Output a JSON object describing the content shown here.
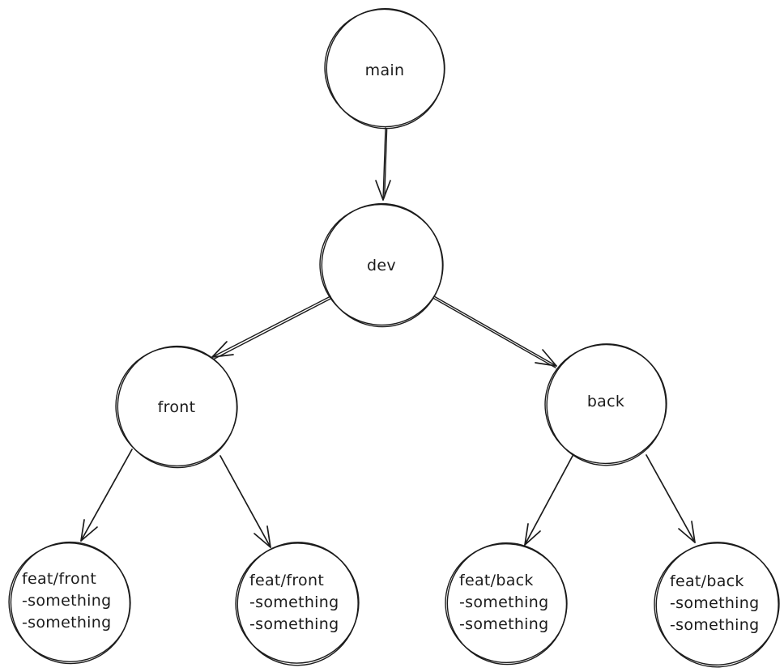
{
  "diagram": {
    "background": "#ffffff",
    "stroke_color": "#1b1b1b",
    "style": "hand-drawn branch tree",
    "nodes": {
      "main": {
        "label": "main"
      },
      "dev": {
        "label": "dev"
      },
      "front": {
        "label": "front"
      },
      "back": {
        "label": "back"
      },
      "feat_front_1": {
        "lines": [
          "feat/front",
          "-something",
          "-something"
        ]
      },
      "feat_front_2": {
        "lines": [
          "feat/front",
          "-something",
          "-something"
        ]
      },
      "feat_back_1": {
        "lines": [
          "feat/back",
          "-something",
          "-something"
        ]
      },
      "feat_back_2": {
        "lines": [
          "feat/back",
          "-something",
          "-something"
        ]
      }
    },
    "edges": [
      {
        "from": "main",
        "to": "dev"
      },
      {
        "from": "dev",
        "to": "front"
      },
      {
        "from": "dev",
        "to": "back"
      },
      {
        "from": "front",
        "to": "feat_front_1"
      },
      {
        "from": "front",
        "to": "feat_front_2"
      },
      {
        "from": "back",
        "to": "feat_back_1"
      },
      {
        "from": "back",
        "to": "feat_back_2"
      }
    ]
  }
}
